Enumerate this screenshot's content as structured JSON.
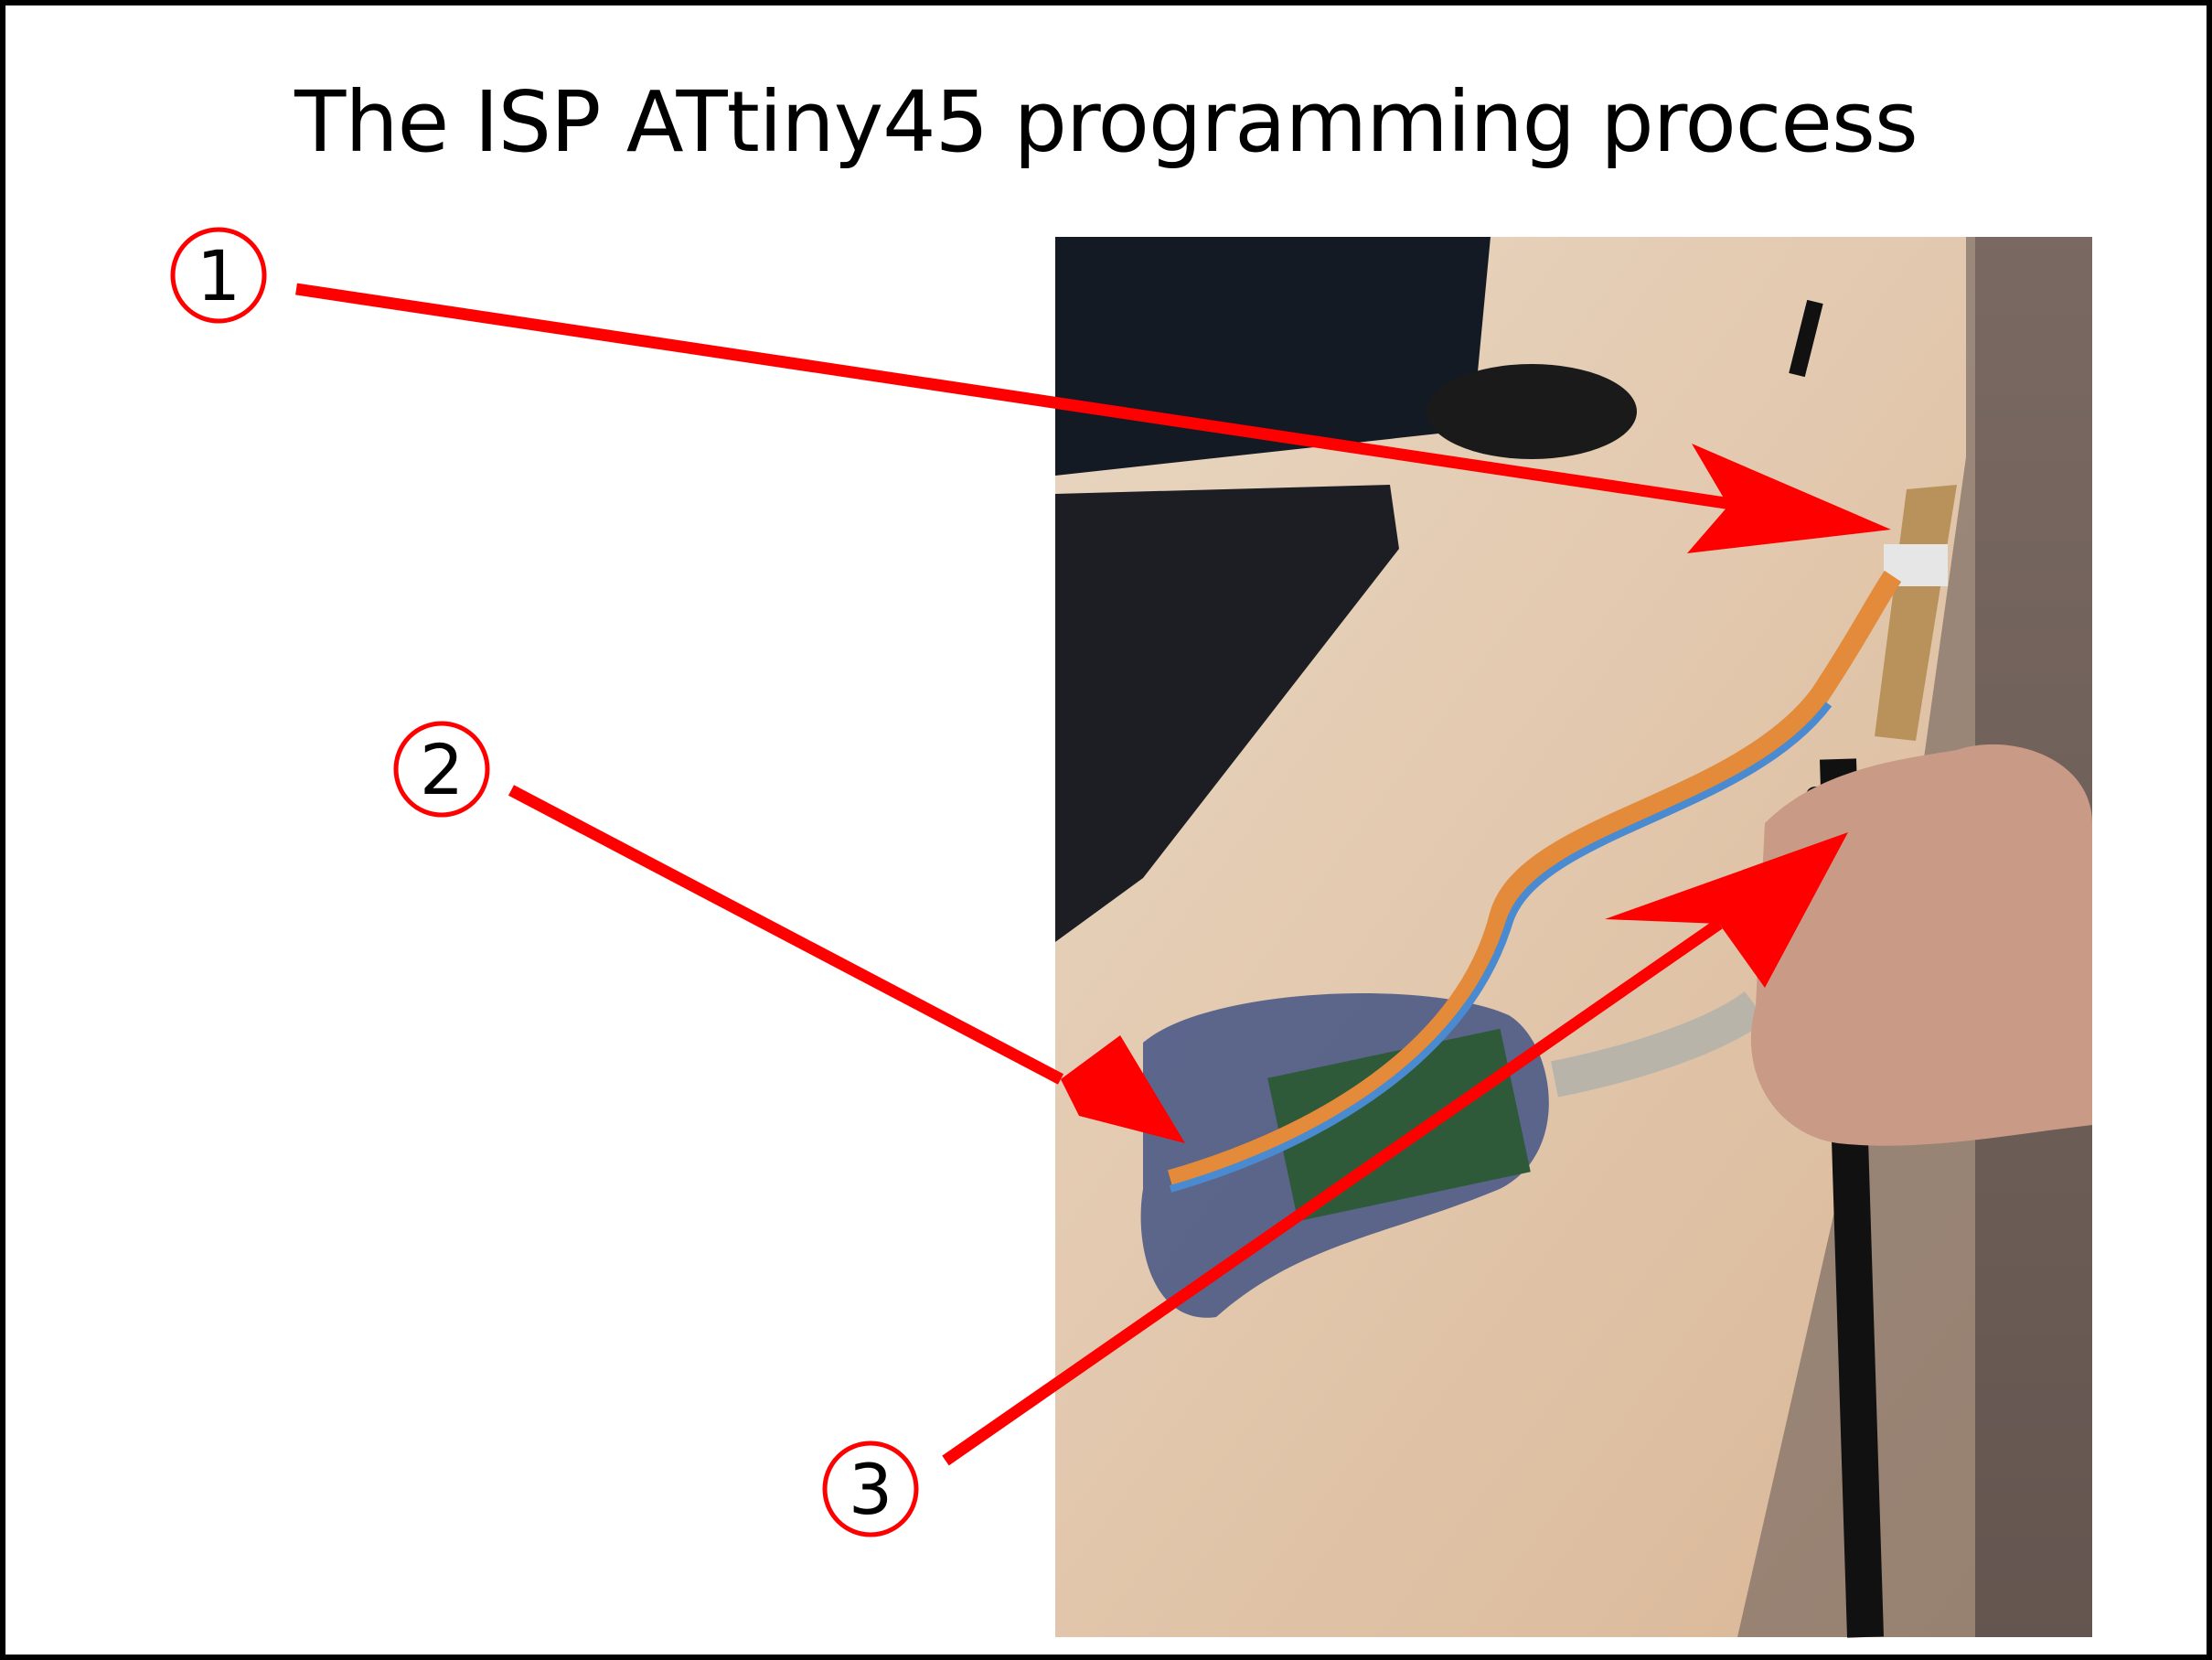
{
  "title": "The ISP ATtiny45 programming process",
  "callouts": [
    {
      "label": "1"
    },
    {
      "label": "2"
    },
    {
      "label": "3"
    }
  ],
  "colors": {
    "accent": "#ff0000",
    "frame": "#000000"
  }
}
